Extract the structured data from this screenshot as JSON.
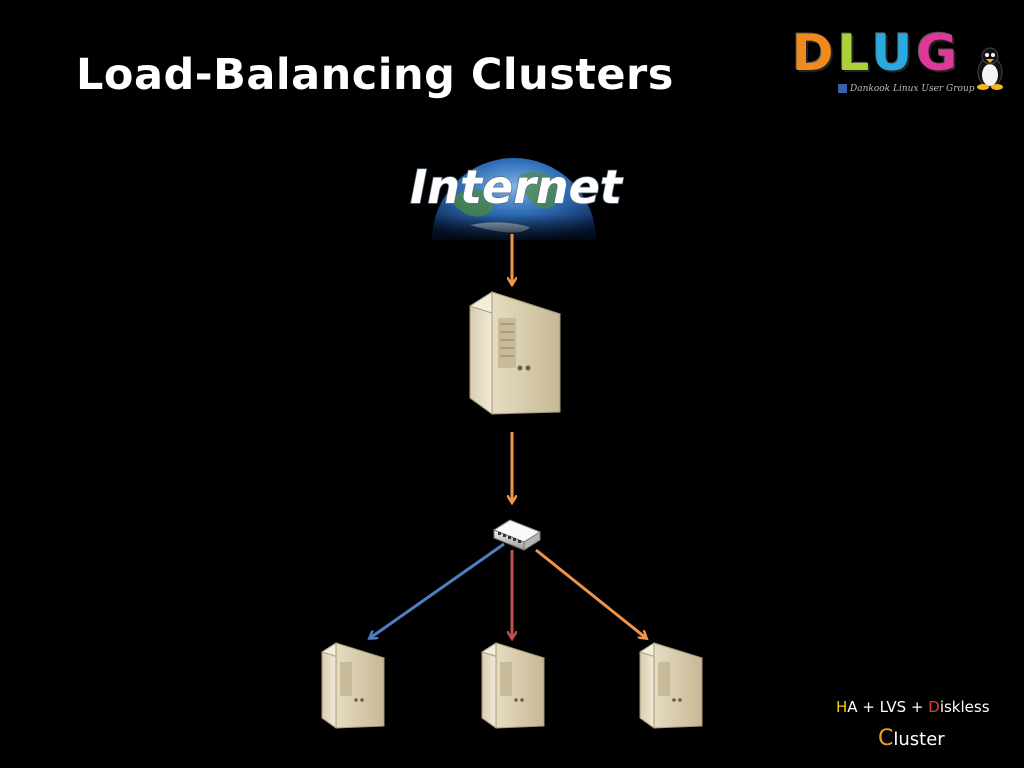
{
  "slide": {
    "title": "Load-Balancing Clusters"
  },
  "logo": {
    "letters": [
      "D",
      "L",
      "U",
      "G"
    ],
    "letter_colors": [
      "#f08a1c",
      "#a9d13a",
      "#2aa8e0",
      "#e0379a"
    ],
    "subtitle": "Dankook Linux User Group"
  },
  "diagram": {
    "internet_label": "Internet",
    "nodes": [
      "internet-globe",
      "load-balancer-server",
      "network-switch",
      "backend-server-1",
      "backend-server-2",
      "backend-server-3"
    ],
    "connections": [
      {
        "from": "internet-globe",
        "to": "load-balancer-server",
        "color": "#f0964a"
      },
      {
        "from": "load-balancer-server",
        "to": "network-switch",
        "color": "#f0964a"
      },
      {
        "from": "network-switch",
        "to": "backend-server-1",
        "color": "#4f7fc0"
      },
      {
        "from": "network-switch",
        "to": "backend-server-2",
        "color": "#c0504d"
      },
      {
        "from": "network-switch",
        "to": "backend-server-3",
        "color": "#f0964a"
      }
    ]
  },
  "footer": {
    "line1_parts": [
      "H",
      "A + LVS + ",
      "D",
      "iskless"
    ],
    "line2_parts": [
      "C",
      "luster"
    ]
  }
}
